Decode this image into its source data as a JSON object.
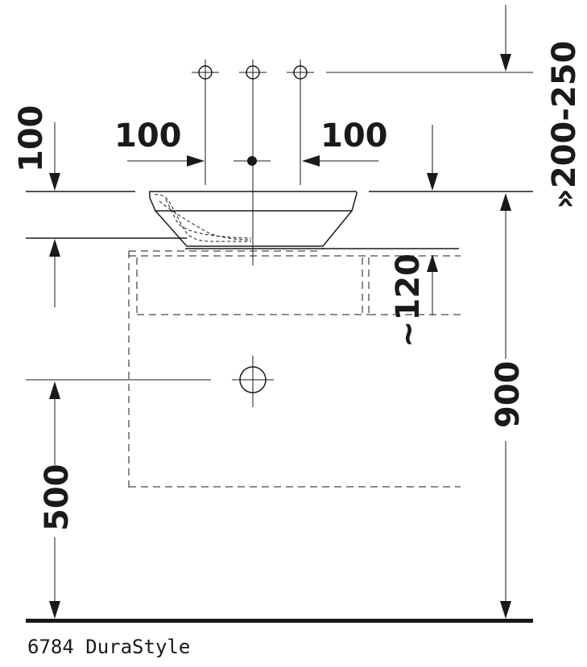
{
  "drawing": {
    "dimensions": {
      "left_spacing": "100",
      "right_spacing": "100",
      "top_height": "100",
      "tap_height": "»200-250",
      "cabinet_depth": "~120",
      "basin_height": "900",
      "drain_height": "500"
    },
    "caption": "6784 DuraStyle"
  }
}
